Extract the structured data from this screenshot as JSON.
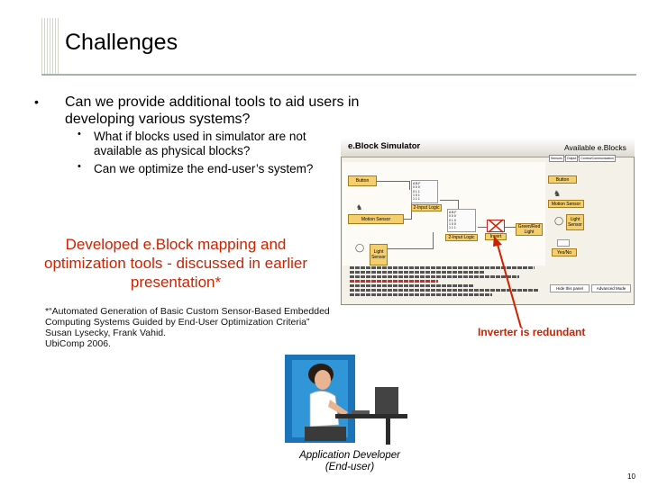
{
  "slide": {
    "title": "Challenges",
    "page_number": "10"
  },
  "bullets": [
    {
      "text_line1": "Can we provide additional tools to aid users in",
      "text_line2": "developing various systems?"
    }
  ],
  "sub_bullets": [
    {
      "line1": "What if blocks used in simulator are not",
      "line2": "available as physical blocks?"
    },
    {
      "line1": "Can we optimize the end-user’s system?"
    }
  ],
  "mapping": {
    "line1": "Developed e.Block mapping and",
    "line2": "optimization tools - discussed in earlier",
    "line3": "presentation*"
  },
  "reference": {
    "line1": "*“Automated Generation of Basic Custom Sensor-Based Embedded",
    "line2": "Computing Systems Guided by End-User Optimization Criteria”",
    "line3": "Susan Lysecky, Frank Vahid.",
    "line4": "UbiComp 2006."
  },
  "annotation": "Inverter is redundant",
  "caption": {
    "line1": "Application Developer",
    "line2": "(End-user)"
  },
  "simulator": {
    "title": "e.Block Simulator",
    "available_title": "Available e.Blocks",
    "tabs": [
      "Sensors",
      "Output",
      "Control/Communication"
    ],
    "blocks": {
      "button": "Button",
      "logic1": "2-Input Logic",
      "motion": "Motion Sensor",
      "logic2": "2-Input Logic",
      "invert": "Invert",
      "light": "Light Sensor",
      "palette_button": "Button",
      "palette_motion": "Motion Sensor",
      "palette_light": "Light Sensor",
      "palette_yes_no": "Yes/No",
      "led": "Green/Red Light"
    },
    "truth_table": [
      "A B F",
      "0 0 0",
      "0 1 1",
      "1 0 1",
      "1 1 1"
    ],
    "truth_table2": [
      "A B F",
      "0 0 0",
      "0 1 0",
      "1 0 0",
      "1 1 1"
    ],
    "buttons": {
      "hide": "Hide this panel",
      "advanced": "Advanced Mode"
    },
    "log_lines": 7
  },
  "colors": {
    "accent_red": "#cc2200",
    "block_fill": "#f5cf6d",
    "panel_bg": "#f4f2e8"
  }
}
